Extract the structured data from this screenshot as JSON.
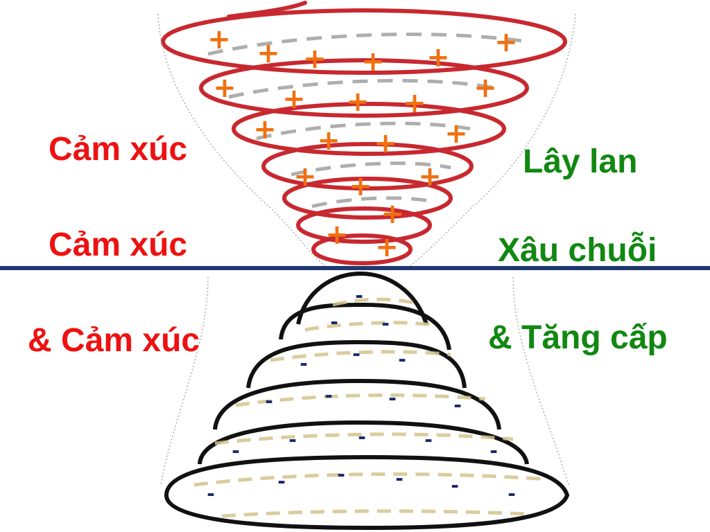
{
  "labels": {
    "left": [
      "Cảm xúc",
      "Cảm xúc",
      "& Cảm xúc"
    ],
    "right": [
      "Lây lan",
      "Xâu chuỗi",
      "& Tăng cấp"
    ]
  },
  "symbols": {
    "plus": "+",
    "minus": "-"
  },
  "colors": {
    "red_text": "#ee1111",
    "green_text": "#118811",
    "spiral_red": "#c8282f",
    "spiral_black": "#111111",
    "plus_sign": "#f07010",
    "minus_sign": "#1a2a6c",
    "divider": "#1f3870"
  }
}
